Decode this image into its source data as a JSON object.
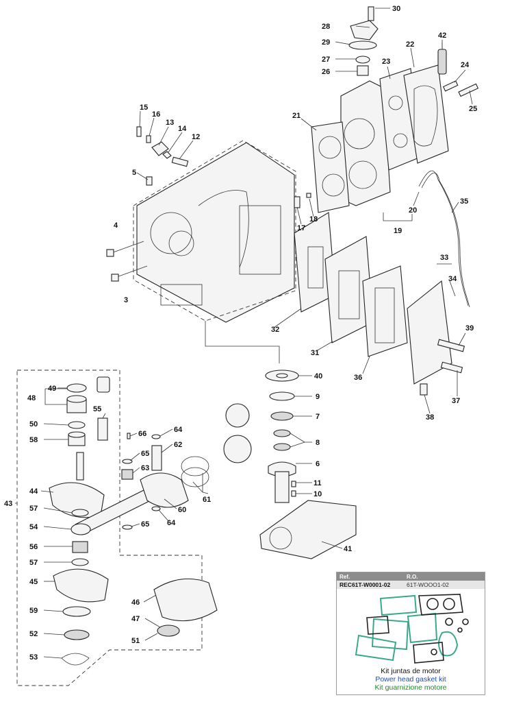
{
  "callouts": [
    {
      "id": "c30",
      "text": "30"
    },
    {
      "id": "c28",
      "text": "28"
    },
    {
      "id": "c29",
      "text": "29"
    },
    {
      "id": "c27",
      "text": "27"
    },
    {
      "id": "c26",
      "text": "26"
    },
    {
      "id": "c42",
      "text": "42"
    },
    {
      "id": "c22",
      "text": "22"
    },
    {
      "id": "c23",
      "text": "23"
    },
    {
      "id": "c24",
      "text": "24"
    },
    {
      "id": "c25",
      "text": "25"
    },
    {
      "id": "c21",
      "text": "21"
    },
    {
      "id": "c15",
      "text": "15"
    },
    {
      "id": "c16",
      "text": "16"
    },
    {
      "id": "c13",
      "text": "13"
    },
    {
      "id": "c14",
      "text": "14"
    },
    {
      "id": "c12",
      "text": "12"
    },
    {
      "id": "c5",
      "text": "5"
    },
    {
      "id": "c4",
      "text": "4"
    },
    {
      "id": "c3",
      "text": "3"
    },
    {
      "id": "c17",
      "text": "17"
    },
    {
      "id": "c18",
      "text": "18"
    },
    {
      "id": "c20",
      "text": "20"
    },
    {
      "id": "c19",
      "text": "19"
    },
    {
      "id": "c35",
      "text": "35"
    },
    {
      "id": "c33",
      "text": "33"
    },
    {
      "id": "c34",
      "text": "34"
    },
    {
      "id": "c32",
      "text": "32"
    },
    {
      "id": "c31",
      "text": "31"
    },
    {
      "id": "c36",
      "text": "36"
    },
    {
      "id": "c39",
      "text": "39"
    },
    {
      "id": "c37",
      "text": "37"
    },
    {
      "id": "c38",
      "text": "38"
    },
    {
      "id": "c40",
      "text": "40"
    },
    {
      "id": "c9",
      "text": "9"
    },
    {
      "id": "c7",
      "text": "7"
    },
    {
      "id": "c8",
      "text": "8"
    },
    {
      "id": "c6",
      "text": "6"
    },
    {
      "id": "c11",
      "text": "11"
    },
    {
      "id": "c10",
      "text": "10"
    },
    {
      "id": "c41",
      "text": "41"
    },
    {
      "id": "c49",
      "text": "49"
    },
    {
      "id": "c48",
      "text": "48"
    },
    {
      "id": "c55",
      "text": "55"
    },
    {
      "id": "c50",
      "text": "50"
    },
    {
      "id": "c58",
      "text": "58"
    },
    {
      "id": "c66",
      "text": "66"
    },
    {
      "id": "c64a",
      "text": "64"
    },
    {
      "id": "c62",
      "text": "62"
    },
    {
      "id": "c65a",
      "text": "65"
    },
    {
      "id": "c63",
      "text": "63"
    },
    {
      "id": "c43",
      "text": "43"
    },
    {
      "id": "c44",
      "text": "44"
    },
    {
      "id": "c61",
      "text": "61"
    },
    {
      "id": "c57a",
      "text": "57"
    },
    {
      "id": "c60",
      "text": "60"
    },
    {
      "id": "c54",
      "text": "54"
    },
    {
      "id": "c64b",
      "text": "64"
    },
    {
      "id": "c65b",
      "text": "65"
    },
    {
      "id": "c56",
      "text": "56"
    },
    {
      "id": "c57b",
      "text": "57"
    },
    {
      "id": "c45",
      "text": "45"
    },
    {
      "id": "c46",
      "text": "46"
    },
    {
      "id": "c59",
      "text": "59"
    },
    {
      "id": "c47",
      "text": "47"
    },
    {
      "id": "c52",
      "text": "52"
    },
    {
      "id": "c51",
      "text": "51"
    },
    {
      "id": "c53",
      "text": "53"
    }
  ],
  "kit": {
    "col_ref": "Ref.",
    "col_ro": "R.O.",
    "ref": "REC61T-W0001-02",
    "ro": "61T-WOOO1-02",
    "name_es": "Kit juntas de motor",
    "name_en": "Power head gasket kit",
    "name_it": "Kit guarnizione motore",
    "color_en": "#1a4fb8",
    "color_it": "#1b8a2a",
    "color_gasket": "#3aa88a"
  }
}
